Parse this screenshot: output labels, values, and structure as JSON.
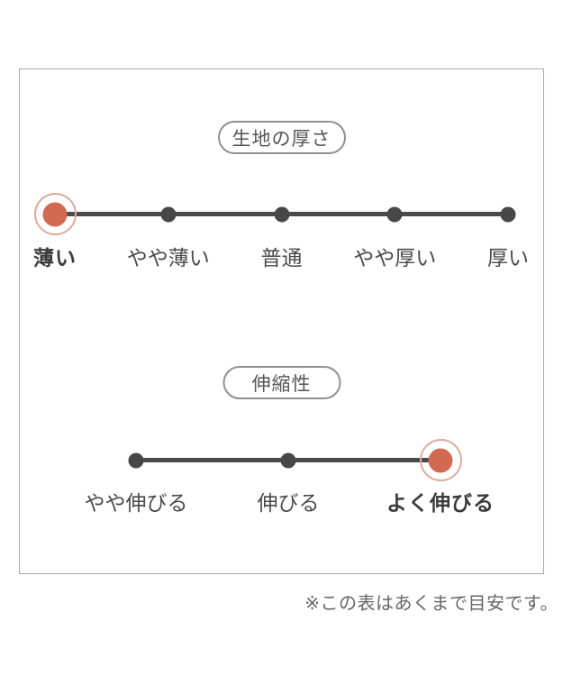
{
  "panel": {
    "note": "※この表はあくまで目安です。"
  },
  "scales": [
    {
      "title": "生地の厚さ",
      "points": [
        {
          "label": "薄い",
          "selected": true
        },
        {
          "label": "やや薄い",
          "selected": false
        },
        {
          "label": "普通",
          "selected": false
        },
        {
          "label": "やや厚い",
          "selected": false
        },
        {
          "label": "厚い",
          "selected": false
        }
      ]
    },
    {
      "title": "伸縮性",
      "points": [
        {
          "label": "やや伸びる",
          "selected": false
        },
        {
          "label": "伸びる",
          "selected": false
        },
        {
          "label": "よく伸びる",
          "selected": true
        }
      ]
    }
  ],
  "colors": {
    "dot": "#474747",
    "line": "#4a4a4a",
    "selected_fill": "#d26a52",
    "selected_ring": "#dcab9e",
    "label": "#4a4a4a",
    "label_selected": "#3c3c3c",
    "pill_border": "#909090",
    "pill_text": "#555555",
    "panel_border": "#a9a9a9",
    "note_text": "#666666"
  }
}
